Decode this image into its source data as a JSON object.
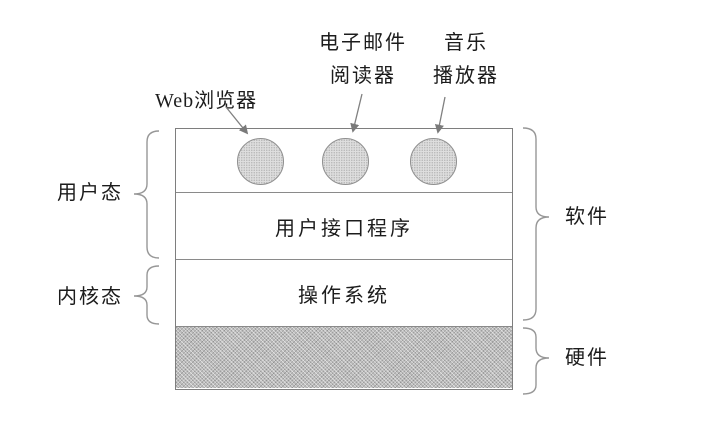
{
  "labels": {
    "web_browser": "Web浏览器",
    "email_reader_line1": "电子邮件",
    "email_reader_line2": "阅读器",
    "music_player_line1": "音乐",
    "music_player_line2": "播放器",
    "user_interface_programs": "用户接口程序",
    "operating_system": "操作系统",
    "user_mode": "用户态",
    "kernel_mode": "内核态",
    "software": "软件",
    "hardware": "硬件"
  },
  "colors": {
    "background": "#ffffff",
    "box_line": "#7e7e7e",
    "divider_line": "#8a8a8a",
    "brace_line": "#979797",
    "arrow_line": "#808080",
    "text": "#1c1c1c",
    "circle_fill": "#dedede",
    "circle_border": "#8f8f8f",
    "hardware_fill": "#bdbdbd"
  }
}
